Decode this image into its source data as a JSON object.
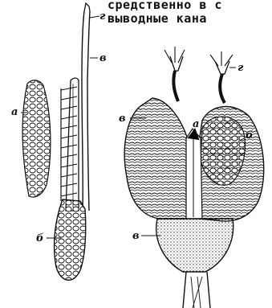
{
  "text": {
    "line1": "средственно в с",
    "line2": "выводные кана"
  },
  "figure_labels": {
    "left": {
      "a": "а",
      "b": "б",
      "v": "в",
      "g": "г"
    },
    "right": {
      "a": "а",
      "b": "б",
      "v_top": "в",
      "v_bottom": "в",
      "g": "г"
    }
  }
}
